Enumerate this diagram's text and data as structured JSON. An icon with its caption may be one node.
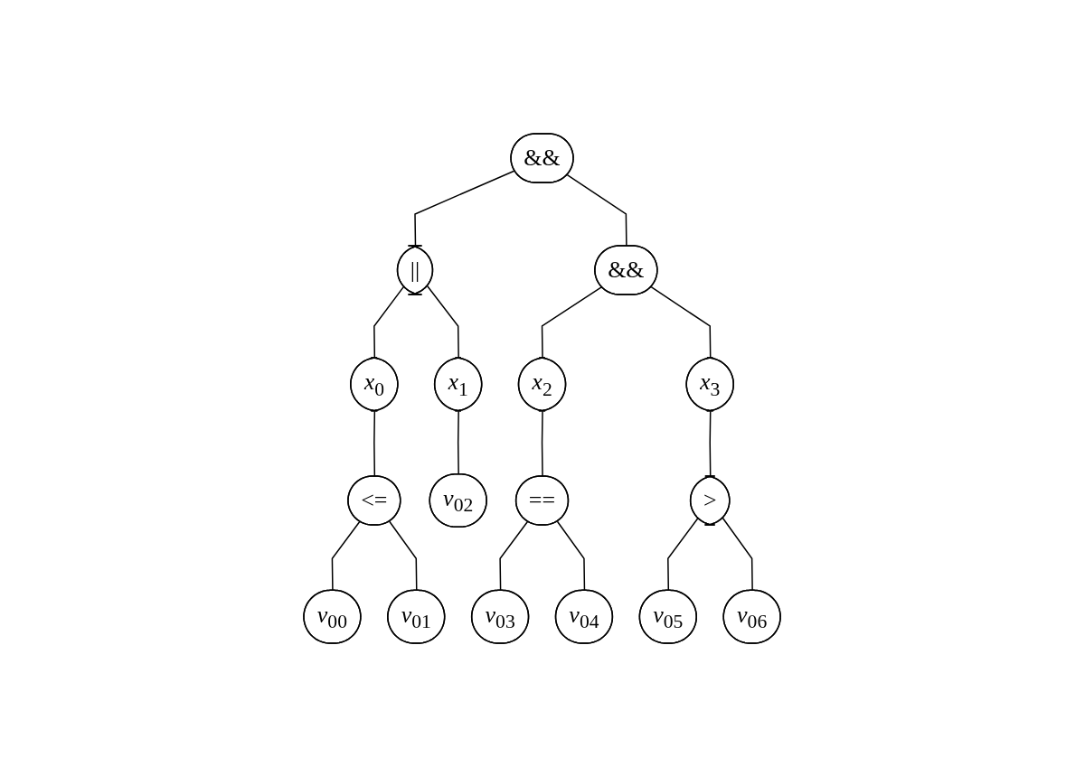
{
  "diagram": {
    "nodes": [
      {
        "text": [
          "&&"
        ]
      },
      {
        "text": [
          "||"
        ]
      },
      {
        "text": [
          "&&"
        ]
      },
      {
        "text": [
          "*x*$_{0}$"
        ]
      },
      {
        "text": [
          "*x*$_{1}$"
        ]
      },
      {
        "text": [
          "*x*$_{2}$"
        ]
      },
      {
        "text": [
          "*x*$_{3}$"
        ]
      },
      {
        "text": [
          "<="
        ]
      },
      {
        "text": [
          "*v*$_{02}$"
        ]
      },
      {
        "text": [
          "=="
        ]
      },
      {
        "text": [
          ">"
        ]
      },
      {
        "text": [
          "*v*$_{00}$"
        ]
      },
      {
        "text": [
          "*v*$_{01}$"
        ]
      },
      {
        "text": [
          "*v*$_{03}$"
        ]
      },
      {
        "text": [
          "*v*$_{04}$"
        ]
      },
      {
        "text": [
          "*v*$_{05}$"
        ]
      },
      {
        "text": [
          "*v*$_{06}$"
        ]
      }
    ],
    "edges": [
      {
        "from": 0,
        "to": 1,
        "arrow": "none"
      },
      {
        "from": 0,
        "to": 2,
        "arrow": "none"
      },
      {
        "from": 1,
        "to": 3,
        "arrow": "none"
      },
      {
        "from": 1,
        "to": 4,
        "arrow": "none"
      },
      {
        "from": 2,
        "to": 5,
        "arrow": "none"
      },
      {
        "from": 2,
        "to": 6,
        "arrow": "none"
      },
      {
        "from": 3,
        "to": 7,
        "arrow": "none"
      },
      {
        "from": 4,
        "to": 8,
        "arrow": "none"
      },
      {
        "from": 5,
        "to": 9,
        "arrow": "none"
      },
      {
        "from": 6,
        "to": 10,
        "arrow": "none"
      },
      {
        "from": 7,
        "to": 11,
        "arrow": "none"
      },
      {
        "from": 7,
        "to": 12,
        "arrow": "none"
      },
      {
        "from": 9,
        "to": 13,
        "arrow": "none"
      },
      {
        "from": 9,
        "to": 14,
        "arrow": "none"
      },
      {
        "from": 10,
        "to": 15,
        "arrow": "none"
      },
      {
        "from": 10,
        "to": 16,
        "arrow": "none"
      }
    ]
  }
}
